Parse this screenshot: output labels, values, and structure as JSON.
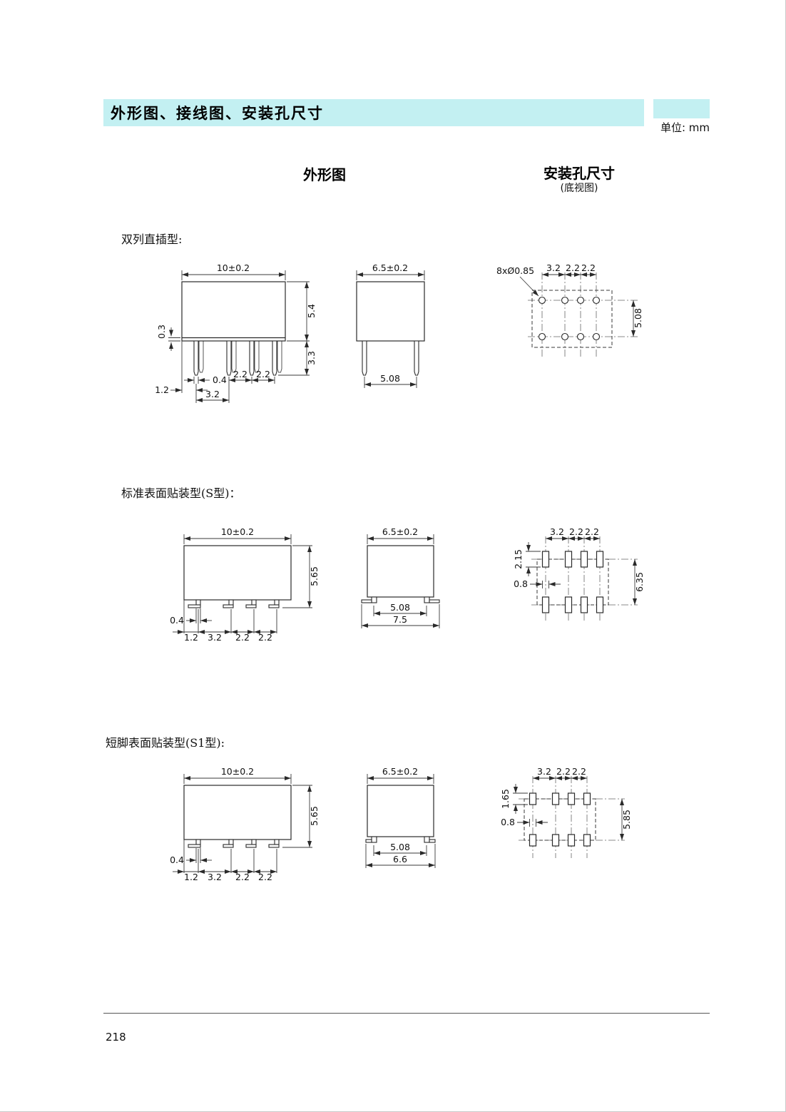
{
  "header": {
    "title": "外形图、接线图、安装孔尺寸",
    "unit_label": "单位: mm"
  },
  "column_headers": {
    "outline": "外形图",
    "mounting": "安装孔尺寸",
    "mounting_view": "(底视图)"
  },
  "sections": {
    "dip": {
      "label": "双列直插型:",
      "front": {
        "w": "10±0.2",
        "h": "5.4",
        "lead": "3.3",
        "standoff": "0.3",
        "pin_w": "0.4",
        "left_offset": "1.2",
        "pitch1": "3.2",
        "pitch2": "2.2",
        "pitch3": "2.2"
      },
      "side": {
        "w": "6.5±0.2",
        "pitch": "5.08"
      },
      "holes": {
        "callout": "8xØ0.85",
        "p1": "3.2",
        "p2": "2.2",
        "p3": "2.2",
        "row_pitch": "5.08"
      }
    },
    "smt": {
      "label": "标准表面贴装型(S型)：",
      "front": {
        "w": "10±0.2",
        "h": "5.65",
        "pin_w": "0.4",
        "left_offset": "1.2",
        "pitch1": "3.2",
        "pitch2": "2.2",
        "pitch3": "2.2"
      },
      "side": {
        "w": "6.5±0.2",
        "pitch": "5.08",
        "overall": "7.5"
      },
      "pads": {
        "p1": "3.2",
        "p2": "2.2",
        "p3": "2.2",
        "pad_h": "2.15",
        "pad_w": "0.8",
        "row_pitch": "6.35"
      }
    },
    "smt_short": {
      "label": "短脚表面贴装型(S1型):",
      "front": {
        "w": "10±0.2",
        "h": "5.65",
        "pin_w": "0.4",
        "left_offset": "1.2",
        "pitch1": "3.2",
        "pitch2": "2.2",
        "pitch3": "2.2"
      },
      "side": {
        "w": "6.5±0.2",
        "pitch": "5.08",
        "overall": "6.6"
      },
      "pads": {
        "p1": "3.2",
        "p2": "2.2",
        "p3": "2.2",
        "pad_h": "1.65",
        "pad_w": "0.8",
        "row_pitch": "5.85"
      }
    }
  },
  "footer": {
    "page_number": "218"
  }
}
